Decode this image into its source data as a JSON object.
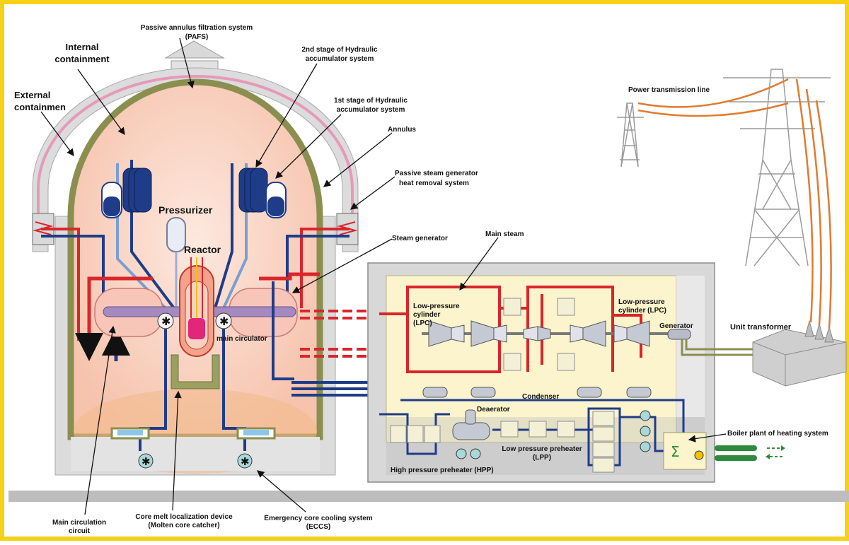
{
  "colors": {
    "frame": "#f7d117",
    "hot_loop": "#d9262b",
    "cold_loop": "#1f3c88",
    "containment_outer": "#8a8f4f",
    "heating_pipe": "#2e8b3e",
    "transmission_line": "#e07a2f"
  },
  "labels": {
    "pafs": [
      "Passive annulus filtration system",
      "(PAFS)"
    ],
    "internal_containment": [
      "Internal",
      "containment"
    ],
    "external_containment": [
      "External",
      "containmen"
    ],
    "hydro_2nd": [
      "2nd stage of Hydraulic",
      "accumulator system"
    ],
    "hydro_1st": [
      "1st stage of Hydraulic",
      "accumulator system"
    ],
    "annulus": "Annulus",
    "passive_sg": [
      "Passive steam generator",
      "heat removal system"
    ],
    "pressurizer": "Pressurizer",
    "reactor": "Reactor",
    "steam_generator": "Steam generator",
    "main_circulator": "main circulator",
    "main_steam": "Main steam",
    "lpc_left": [
      "Low-pressure",
      "cylinder",
      "(LPC)"
    ],
    "lpc_right": [
      "Low-pressure",
      "cylinder (LPC)"
    ],
    "generator": "Generator",
    "condenser": "Condenser",
    "deaerator": "Deaerator",
    "lpp": [
      "Low pressure preheater",
      "(LPP)"
    ],
    "hpp": "High pressure preheater (HPP)",
    "power_line": "Power transmission line",
    "unit_transformer": "Unit transformer",
    "boiler_plant": "Boiler plant of heating system",
    "main_circ_circuit": [
      "Main circulation",
      "circuit"
    ],
    "core_melt": [
      "Core melt localization device",
      "(Molten core catcher)"
    ],
    "eccs": [
      "Emergency core cooling system",
      "(ECCS)"
    ]
  }
}
